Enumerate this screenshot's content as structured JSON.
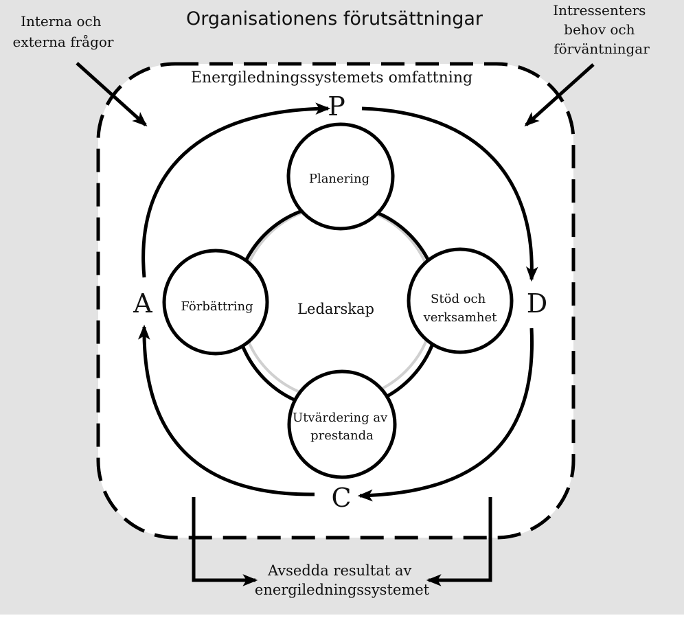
{
  "colors": {
    "background_gray": "#e3e3e3",
    "panel_white": "#ffffff",
    "stroke": "#000000",
    "faint_ring": "#d0d0d0"
  },
  "header": {
    "title": "Organisationens förutsättningar",
    "left_note": [
      "Interna och",
      "externa frågor"
    ],
    "right_note": [
      "Intressenters",
      "behov och",
      "förväntningar"
    ]
  },
  "scope": {
    "label": "Energiledningssystemets omfattning"
  },
  "cycle": {
    "p": "P",
    "d": "D",
    "c": "C",
    "a": "A"
  },
  "circles": {
    "center": "Ledarskap",
    "top": [
      "Planering"
    ],
    "right": [
      "Stöd och",
      "verksamhet"
    ],
    "bottom": [
      "Utvärdering av",
      "prestanda"
    ],
    "left": [
      "Förbättring"
    ]
  },
  "outcome": {
    "label": [
      "Avsedda resultat av",
      "energiledningssystemet"
    ]
  }
}
